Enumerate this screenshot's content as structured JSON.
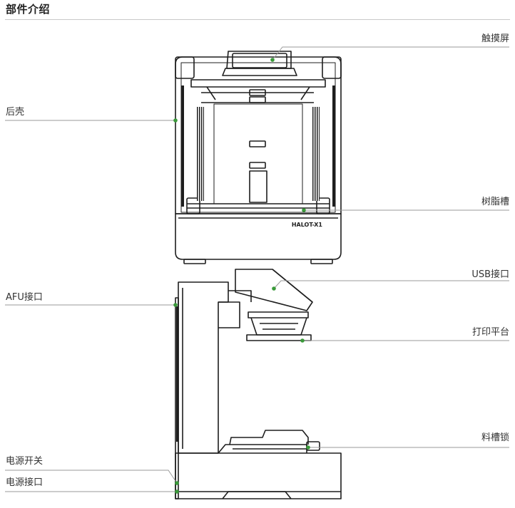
{
  "title": "部件介绍",
  "colors": {
    "callout_dot": "#3a9a3a",
    "leader_line": "#9a9a9a",
    "device_stroke": "#1e1e1e"
  },
  "front_view": {
    "callouts": [
      {
        "id": "touchscreen",
        "label": "触摸屏"
      },
      {
        "id": "rear-shell",
        "label": "后壳"
      },
      {
        "id": "resin-vat",
        "label": "树脂槽"
      }
    ],
    "model_badge": "HALOT-X1"
  },
  "side_view": {
    "callouts": [
      {
        "id": "usb-port",
        "label": "USB接口"
      },
      {
        "id": "afu-port",
        "label": "AFU接口"
      },
      {
        "id": "build-platform",
        "label": "打印平台"
      },
      {
        "id": "vat-lock",
        "label": "料槽锁"
      },
      {
        "id": "power-switch",
        "label": "电源开关"
      },
      {
        "id": "power-port",
        "label": "电源接口"
      }
    ]
  }
}
